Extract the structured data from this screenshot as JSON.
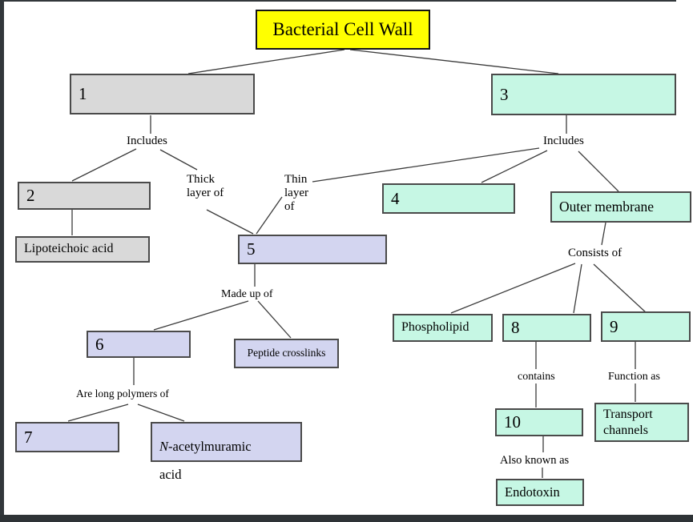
{
  "diagram": {
    "title": "Bacterial Cell Wall",
    "nodes": {
      "n1": "1",
      "n2": "2",
      "n3": "3",
      "n4": "4",
      "n5": "5",
      "n6": "6",
      "n7": "7",
      "n8": "8",
      "n9": "9",
      "n10": "10",
      "lipoteichoic": "Lipoteichoic acid",
      "outer_membrane": "Outer membrane",
      "peptide_crosslinks": "Peptide crosslinks",
      "nam": {
        "italic": "N",
        "line1_rest": "-acetylmuramic",
        "line2": "acid"
      },
      "phospholipid": "Phospholipid",
      "transport_channels": "Transport channels",
      "endotoxin": "Endotoxin"
    },
    "edge_labels": {
      "includes_left": "Includes",
      "includes_right": "Includes",
      "thick_layer_of": "Thick layer of",
      "thin_layer_of": "Thin layer of",
      "made_up_of": "Made up of",
      "are_long_polymers_of": "Are long polymers of",
      "consists_of": "Consists of",
      "contains": "contains",
      "function_as": "Function as",
      "also_known_as": "Also known as"
    },
    "colors": {
      "title_fill": "#ffff00",
      "gray_fill": "#d9d9d9",
      "lavender_fill": "#d3d5f0",
      "mint_fill": "#c6f7e4",
      "connector": "#3b3b3b",
      "page_edge": "#32373b"
    }
  }
}
